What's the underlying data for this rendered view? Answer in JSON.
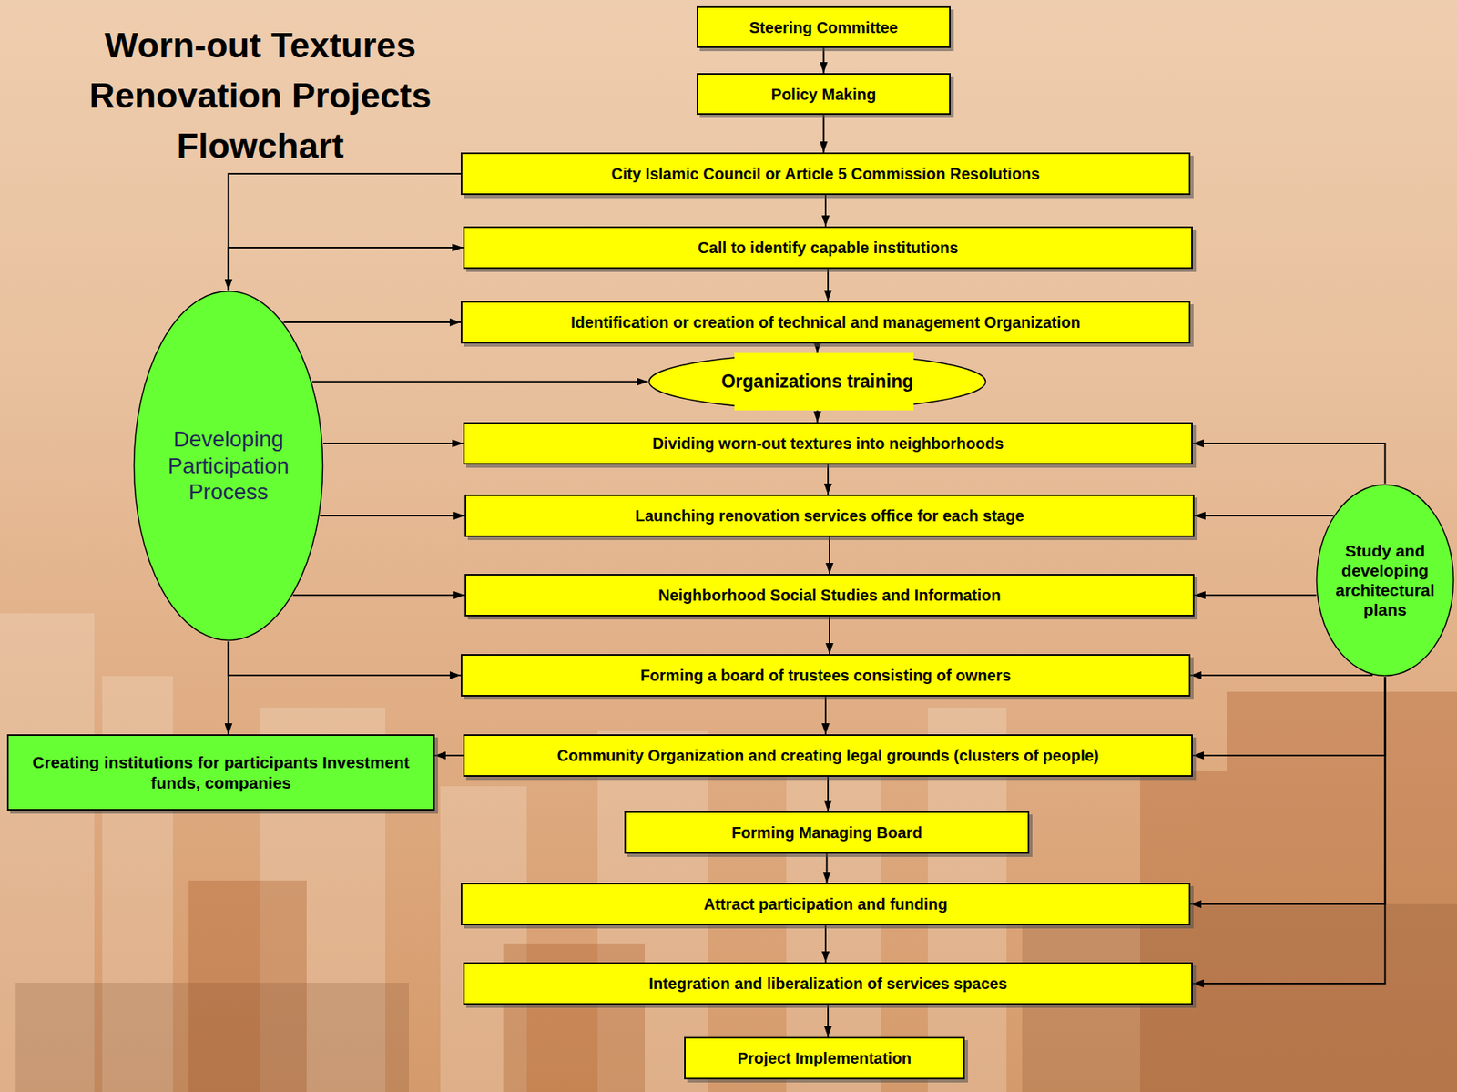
{
  "diagram": {
    "title": "Worn-out Textures Renovation Projects Flowchart",
    "nodes": [
      {
        "text": [
          "Steering Committee"
        ]
      },
      {
        "text": [
          "Policy Making"
        ]
      },
      {
        "text": [
          "City Islamic Council or Article 5 Commission Resolutions"
        ]
      },
      {
        "text": [
          "Call to identify capable institutions"
        ]
      },
      {
        "text": [
          "Identification or creation of technical and management  Organization"
        ]
      },
      {
        "text": [
          "Organizations training"
        ]
      },
      {
        "text": [
          "Developing Participation Process"
        ]
      },
      {
        "text": [
          "Dividing worn-out textures into neighborhoods"
        ]
      },
      {
        "text": [
          "Launching renovation services office for each stage"
        ]
      },
      {
        "text": [
          "Study and developing architectural plans"
        ]
      },
      {
        "text": [
          "Neighborhood Social Studies and Information"
        ]
      },
      {
        "text": [
          "Forming a board of trustees consisting of owners"
        ]
      },
      {
        "text": [
          "Creating institutions for participants Investment funds, companies"
        ]
      },
      {
        "text": [
          "Community Organization and creating legal grounds (clusters of people)"
        ]
      },
      {
        "text": [
          "Forming Managing Board"
        ]
      },
      {
        "text": [
          "Attract participation and funding"
        ]
      },
      {
        "text": [
          "Integration and liberalization of services spaces"
        ]
      },
      {
        "text": [
          "Project Implementation"
        ]
      }
    ],
    "edges": [
      {
        "from": 0,
        "to": 1,
        "arrow": "to"
      },
      {
        "from": 1,
        "to": 2,
        "arrow": "to"
      },
      {
        "from": 2,
        "to": 3,
        "arrow": "to"
      },
      {
        "from": 3,
        "to": 4,
        "arrow": "to"
      },
      {
        "from": 4,
        "to": 5,
        "arrow": "to"
      },
      {
        "from": 5,
        "to": 7,
        "arrow": "to"
      },
      {
        "from": 7,
        "to": 8,
        "arrow": "to"
      },
      {
        "from": 8,
        "to": 10,
        "arrow": "to"
      },
      {
        "from": 10,
        "to": 11,
        "arrow": "to"
      },
      {
        "from": 11,
        "to": 13,
        "arrow": "to"
      },
      {
        "from": 13,
        "to": 14,
        "arrow": "to"
      },
      {
        "from": 14,
        "to": 15,
        "arrow": "to"
      },
      {
        "from": 15,
        "to": 16,
        "arrow": "to"
      },
      {
        "from": 16,
        "to": 17,
        "arrow": "to"
      },
      {
        "from": 2,
        "to": 6,
        "arrow": "to"
      },
      {
        "from": 6,
        "to": 3,
        "arrow": "to"
      },
      {
        "from": 6,
        "to": 4,
        "arrow": "to"
      },
      {
        "from": 6,
        "to": 5,
        "arrow": "to"
      },
      {
        "from": 6,
        "to": 7,
        "arrow": "to"
      },
      {
        "from": 6,
        "to": 8,
        "arrow": "to"
      },
      {
        "from": 6,
        "to": 10,
        "arrow": "to"
      },
      {
        "from": 6,
        "to": 11,
        "arrow": "to"
      },
      {
        "from": 6,
        "to": 12,
        "arrow": "to"
      },
      {
        "from": 13,
        "to": 12,
        "arrow": "to"
      },
      {
        "from": 9,
        "to": 7,
        "arrow": "to"
      },
      {
        "from": 9,
        "to": 8,
        "arrow": "to"
      },
      {
        "from": 9,
        "to": 10,
        "arrow": "to"
      },
      {
        "from": 9,
        "to": 11,
        "arrow": "to"
      },
      {
        "from": 9,
        "to": 13,
        "arrow": "to"
      },
      {
        "from": 9,
        "to": 15,
        "arrow": "to"
      },
      {
        "from": 9,
        "to": 16,
        "arrow": "to"
      }
    ]
  }
}
